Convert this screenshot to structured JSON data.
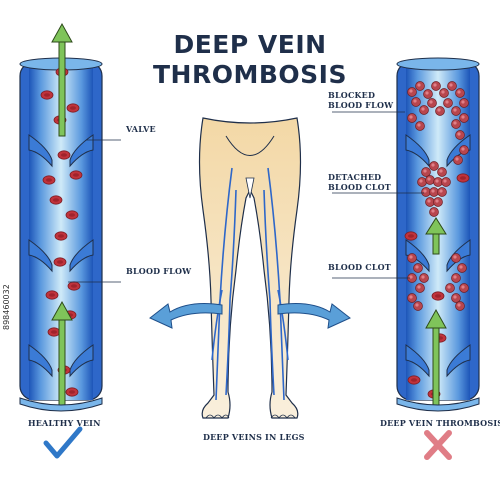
{
  "title": {
    "line1": "DEEP VEIN",
    "line2": "THROMBOSIS"
  },
  "labels": {
    "valve": "VALVE",
    "blood_flow": "BLOOD FLOW",
    "blocked_line1": "BLOCKED",
    "blocked_line2": "BLOOD FLOW",
    "detached_line1": "DETACHED",
    "detached_line2": "BLOOD CLOT",
    "blood_clot": "BLOOD CLOT",
    "healthy_vein": "HEALTHY VEIN",
    "deep_veins_in_legs": "DEEP VEINS IN LEGS",
    "dvt": "DEEP VEIN THROMBOSIS"
  },
  "side_id": "898460032",
  "colors": {
    "title": "#1f2f4a",
    "vein_outer": "#2e67c9",
    "vein_inner": "#bfe3f7",
    "blood_cell": "#c0333c",
    "clot": "#b8464e",
    "arrow_green": "#7fc45a",
    "arrow_blue": "#5a9fd8",
    "skin": "#f6dca8",
    "check": "#2f78c8",
    "cross": "#e07d86"
  },
  "icons": {
    "healthy": "checkmark-icon",
    "dvt": "cross-icon"
  }
}
